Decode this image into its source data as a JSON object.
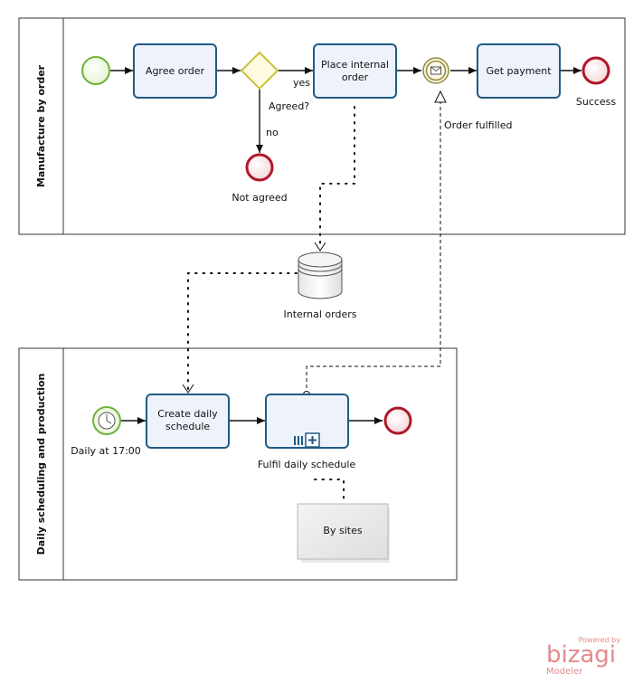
{
  "pools": {
    "top": {
      "title": "Manufacture by order"
    },
    "bottom": {
      "title": "Daily scheduling and production"
    }
  },
  "tasks": {
    "agree_order": "Agree order",
    "place_internal_order": [
      "Place internal",
      "order"
    ],
    "get_payment": "Get payment",
    "create_daily_schedule": [
      "Create daily",
      "schedule"
    ],
    "fulfil_daily_schedule": "Fulfil daily schedule"
  },
  "gateway": {
    "label": "Agreed?"
  },
  "flow_labels": {
    "yes": "yes",
    "no": "no"
  },
  "events": {
    "not_agreed": "Not agreed",
    "success": "Success",
    "order_fulfilled": "Order fulfilled",
    "timer": "Daily at 17:00"
  },
  "data_store": {
    "label": "Internal orders"
  },
  "annotation": {
    "text": "By sites"
  },
  "branding": {
    "powered": "Powered by",
    "brand": "bizagi",
    "product": "Modeler"
  },
  "colors": {
    "task_border": "#1f5a86",
    "task_fill": "#eef3fb",
    "start_event": "#6fb23a",
    "end_event": "#b0172a",
    "gateway": "#c8c23a",
    "brand": "#e38a8a"
  }
}
